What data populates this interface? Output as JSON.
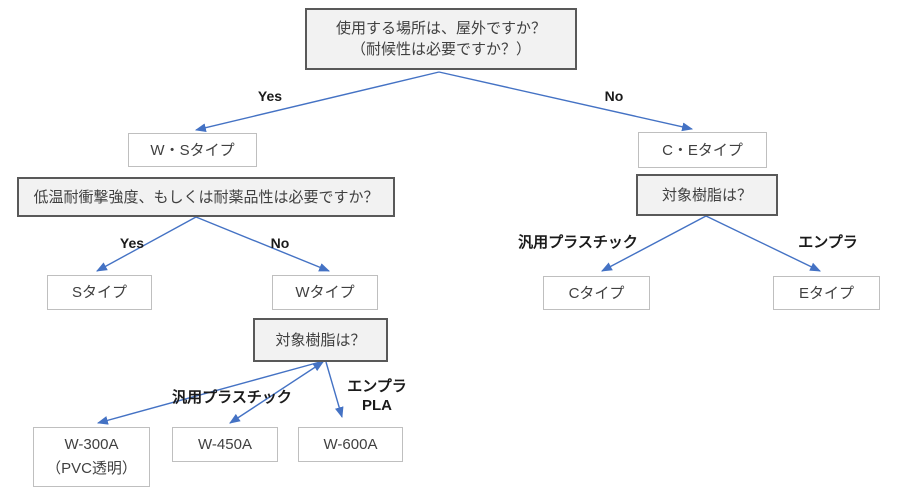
{
  "nodes": {
    "q_outdoor": {
      "line1": "使用する場所は、屋外ですか？",
      "line2": "（耐候性は必要ですか？）"
    },
    "ws_type": {
      "label": "W・Sタイプ"
    },
    "ce_type": {
      "label": "C・Eタイプ"
    },
    "q_lowtemp": {
      "label": "低温耐衝撃強度、もしくは耐薬品性は必要ですか？"
    },
    "q_resin_right": {
      "label": "対象樹脂は？"
    },
    "q_resin_left": {
      "label": "対象樹脂は？"
    },
    "s_type": {
      "label": "Sタイプ"
    },
    "w_type": {
      "label": "Wタイプ"
    },
    "c_type": {
      "label": "Cタイプ"
    },
    "e_type": {
      "label": "Eタイプ"
    },
    "w300": {
      "line1": "W-300A",
      "line2": "（PVC透明）"
    },
    "w450": {
      "label": "W-450A"
    },
    "w600": {
      "label": "W-600A"
    }
  },
  "edge_labels": {
    "yes_top": "Yes",
    "no_top": "No",
    "yes_left": "Yes",
    "no_left": "No",
    "general_plastic_right": "汎用プラスチック",
    "engineering_plastic_right": "エンプラ",
    "general_plastic_left": "汎用プラスチック",
    "engineering_plastic_left_line1": "エンプラ",
    "engineering_plastic_left_line2": "PLA"
  },
  "colors": {
    "arrow": "#4472c4",
    "question_fill": "#f2f2f2",
    "question_border": "#595959",
    "answer_fill": "#ffffff",
    "answer_border": "#bfbfbf",
    "text": "#404040"
  }
}
